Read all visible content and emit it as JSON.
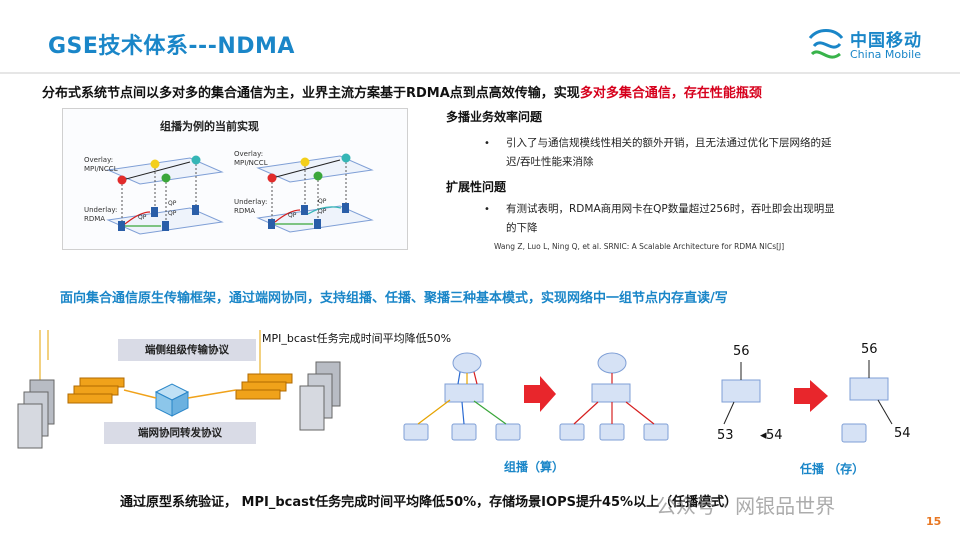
{
  "slide": {
    "title": "GSE技术体系---NDMA",
    "logo": {
      "cn": "中国移动",
      "en": "China Mobile"
    },
    "headline": {
      "normal": "分布式系统节点间以多对多的集合通信为主，业界主流方案基于RDMA点到点高效传输，实现",
      "red": "多对多集合通信，存在性能瓶颈"
    },
    "figure": {
      "title": "组播为例的当前实现",
      "overlay_label_1": "Overlay:",
      "overlay_label_2": "MPI/NCCL",
      "underlay_label_1": "Underlay:",
      "underlay_label_2": "RDMA",
      "qp": "QP"
    },
    "section1": {
      "title": "多播业务效率问题",
      "bullet_line1": "引入了与通信规模线性相关的额外开销，且无法通过优化下层网络的延",
      "bullet_line2": "迟/吞吐性能来消除"
    },
    "section2": {
      "title": "扩展性问题",
      "bullet_line1": "有测试表明，RDMA商用网卡在QP数量超过256时，吞吐即会出现明显",
      "bullet_line2": "的下降",
      "citation": "Wang Z, Luo L, Ning Q, et al. SRNIC: A Scalable Architecture for RDMA NICs[J]"
    },
    "blue_statement": "面向集合通信原生传输框架，通过端网协同，支持组播、任播、聚播三种基本模式，实现网络中一组节点内存直读/写",
    "diagram": {
      "label_top": "端侧组级传输协议",
      "label_bottom": "端网协同转发协议",
      "mpi_result": "MPI_bcast任务完成时间平均降低50%",
      "caption_multicast": "组播（算）",
      "caption_anycast": "任播 （存）",
      "node_56": "56",
      "node_53": "53",
      "node_54": "54"
    },
    "bottom_statement": "通过原型系统验证， MPI_bcast任务完成时间平均降低50%，存储场景IOPS提升45%以上（任播模式）",
    "page_number": "15",
    "watermark": "公众号 · 网银品世界"
  },
  "colors": {
    "brand_blue": "#1a86c8",
    "highlight_red": "#d6001c",
    "arrow_red": "#e8262c",
    "box_fill": "#d6e2f5",
    "box_stroke": "#7f9fd6"
  }
}
